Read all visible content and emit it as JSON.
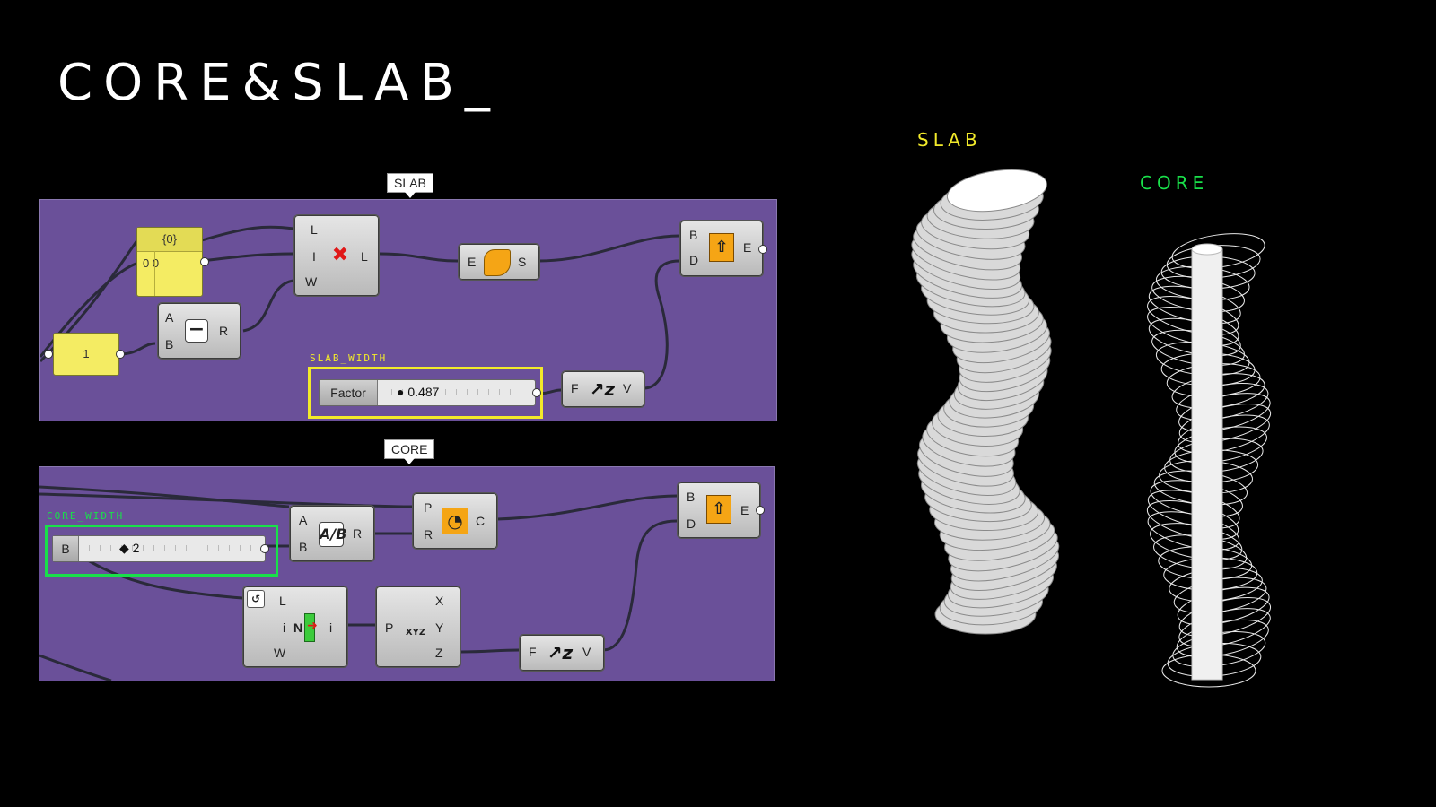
{
  "title": "CORE&SLAB_",
  "colors": {
    "slab_accent": "#f2ea2a",
    "core_accent": "#19e04a",
    "canvas": "#6a5099",
    "param_yellow": "#f4ec63"
  },
  "slab": {
    "callout": "SLAB",
    "panel_tag": "SLAB_WIDTH",
    "panel_value": {
      "label": "{0}",
      "item": "0 0"
    },
    "number_param": "1",
    "subtract": {
      "in_a": "A",
      "in_b": "B",
      "out": "R",
      "icon": "minus-icon"
    },
    "list_item": {
      "in_l": "L",
      "in_i": "I",
      "in_w": "W",
      "out": "L",
      "icon": "cull-index-icon"
    },
    "edge_srf": {
      "in": "E",
      "out": "S",
      "icon": "edge-surface-icon"
    },
    "extrude": {
      "in_b": "B",
      "in_d": "D",
      "out": "E",
      "icon": "extrude-icon"
    },
    "slider": {
      "label": "Factor",
      "value": "0.487"
    },
    "unit_z": {
      "in": "F",
      "out": "V",
      "icon": "unit-z-icon"
    }
  },
  "core": {
    "callout": "CORE",
    "panel_tag": "CORE_WIDTH",
    "slider": {
      "label": "B",
      "value": "2"
    },
    "division": {
      "in_a": "A",
      "in_b": "B",
      "out": "R",
      "icon": "division-icon"
    },
    "circle": {
      "in_p": "P",
      "in_r": "R",
      "out": "C",
      "icon": "circle-icon"
    },
    "extrude": {
      "in_b": "B",
      "in_d": "D",
      "out": "E",
      "icon": "extrude-icon"
    },
    "list_item": {
      "in_l": "L",
      "in_i": "i",
      "in_w": "W",
      "out": "i",
      "mid": "N",
      "icon": "list-item-icon"
    },
    "deconstruct": {
      "in_p": "P",
      "out_x": "X",
      "out_y": "Y",
      "out_z": "Z",
      "icon": "xyz-icon"
    },
    "unit_z": {
      "in": "F",
      "out": "V",
      "icon": "unit-z-icon"
    }
  },
  "render": {
    "slab_label": "SLAB",
    "core_label": "CORE"
  }
}
